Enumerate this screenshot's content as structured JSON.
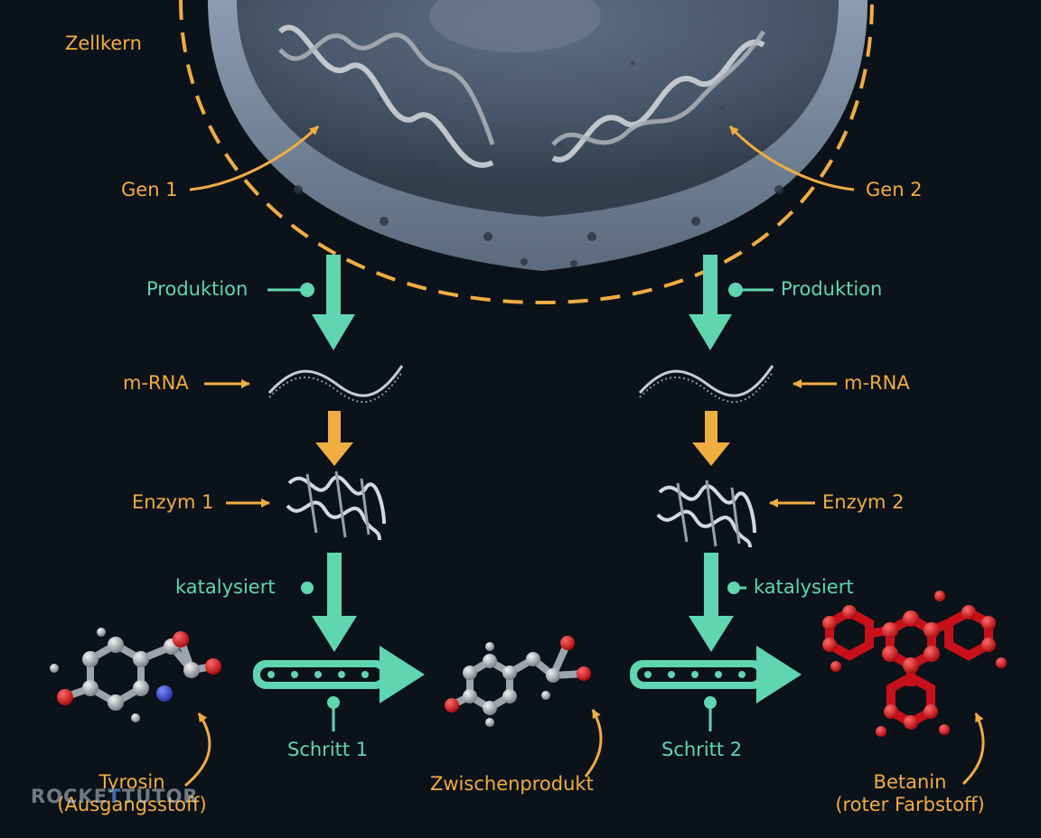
{
  "labels": {
    "nucleus": "Zellkern",
    "gene1": "Gen 1",
    "gene2": "Gen 2",
    "production_left": "Produktion",
    "production_right": "Produktion",
    "mrna_left": "m-RNA",
    "mrna_right": "m-RNA",
    "enzyme1": "Enzym 1",
    "enzyme2": "Enzym 2",
    "catalyzes_left": "katalysiert",
    "catalyzes_right": "katalysiert",
    "step1": "Schritt 1",
    "step2": "Schritt 2",
    "tyrosine": "Tyrosin",
    "tyrosine_sub": "(Ausgangsstoff)",
    "intermediate": "Zwischenprodukt",
    "betanin": "Betanin",
    "betanin_sub": "(roter Farbstoff)"
  },
  "brand": {
    "text_a": "ROCKE",
    "text_b": "T",
    "text_c": "TUTOR"
  },
  "colors": {
    "background": "#0c1219",
    "label_orange": "#f0ad42",
    "flow_green": "#5fd6b0",
    "nucleus_grey": "#5e6f84",
    "product_red": "#e0161c"
  },
  "icons": [
    "dna-helix-icon",
    "mrna-strand-icon",
    "enzyme-protein-icon",
    "molecule-icon"
  ]
}
